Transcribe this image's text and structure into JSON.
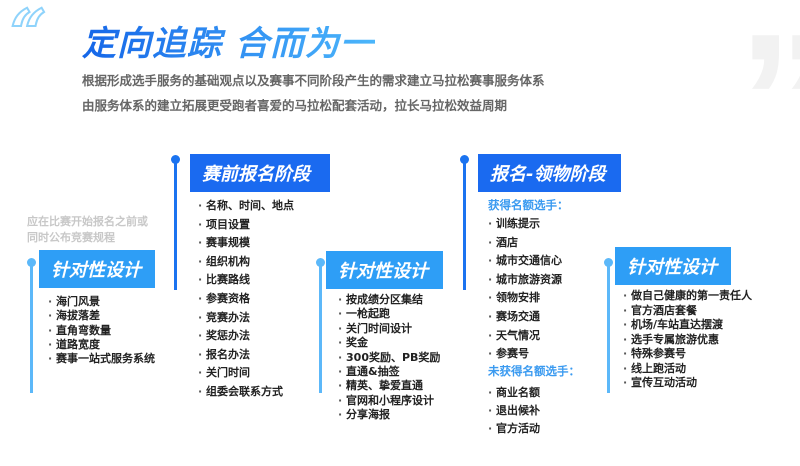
{
  "header": {
    "title": "定向追踪 合而为一",
    "subtitle_lines": [
      "根据形成选手服务的基础观点以及赛事不同阶段产生的需求建立马拉松赛事服务体系",
      "由服务体系的建立拓展更受跑者喜爱的马拉松配套活动，拉长马拉松效益周期"
    ]
  },
  "note": [
    "应在比赛开始报名之前或",
    "同时公布竞赛规程"
  ],
  "col1": {
    "title": "针对性设计",
    "items": [
      "海门风景",
      "海拔落差",
      "直角弯数量",
      "道路宽度",
      "赛事一站式服务系统"
    ]
  },
  "col2": {
    "title": "赛前报名阶段",
    "items": [
      "名称、时间、地点",
      "项目设置",
      "赛事规模",
      "组织机构",
      "比赛路线",
      "参赛资格",
      "竞赛办法",
      "奖惩办法",
      "报名办法",
      "关门时间",
      "组委会联系方式"
    ]
  },
  "col3": {
    "title": "针对性设计",
    "items": [
      "按成绩分区集结",
      "一枪起跑",
      "关门时间设计",
      "奖金",
      "300奖励、PB奖励",
      "直通&抽签",
      "精英、挚爱直通",
      "官网和小程序设计",
      "分享海报"
    ]
  },
  "col4": {
    "title": "报名-领物阶段",
    "group1": {
      "heading": "获得名额选手：",
      "items": [
        "训练提示",
        "酒店",
        "城市交通信心",
        "城市旅游资源",
        "领物安排",
        "赛场交通",
        "天气情况",
        "参赛号"
      ]
    },
    "group2": {
      "heading": "未获得名额选手：",
      "items": [
        "商业名额",
        "退出候补",
        "官方活动"
      ]
    }
  },
  "col5": {
    "title": "针对性设计",
    "items": [
      "做自己健康的第一责任人",
      "官方酒店套餐",
      "机场/车站直达摆渡",
      "选手专属旅游优惠",
      "特殊参赛号",
      "线上跑活动",
      "宣传互动活动"
    ]
  },
  "colors": {
    "dark_blue": "#1a6af0",
    "light_blue": "#2e9ef6",
    "accent_text": "#3a9af0"
  }
}
